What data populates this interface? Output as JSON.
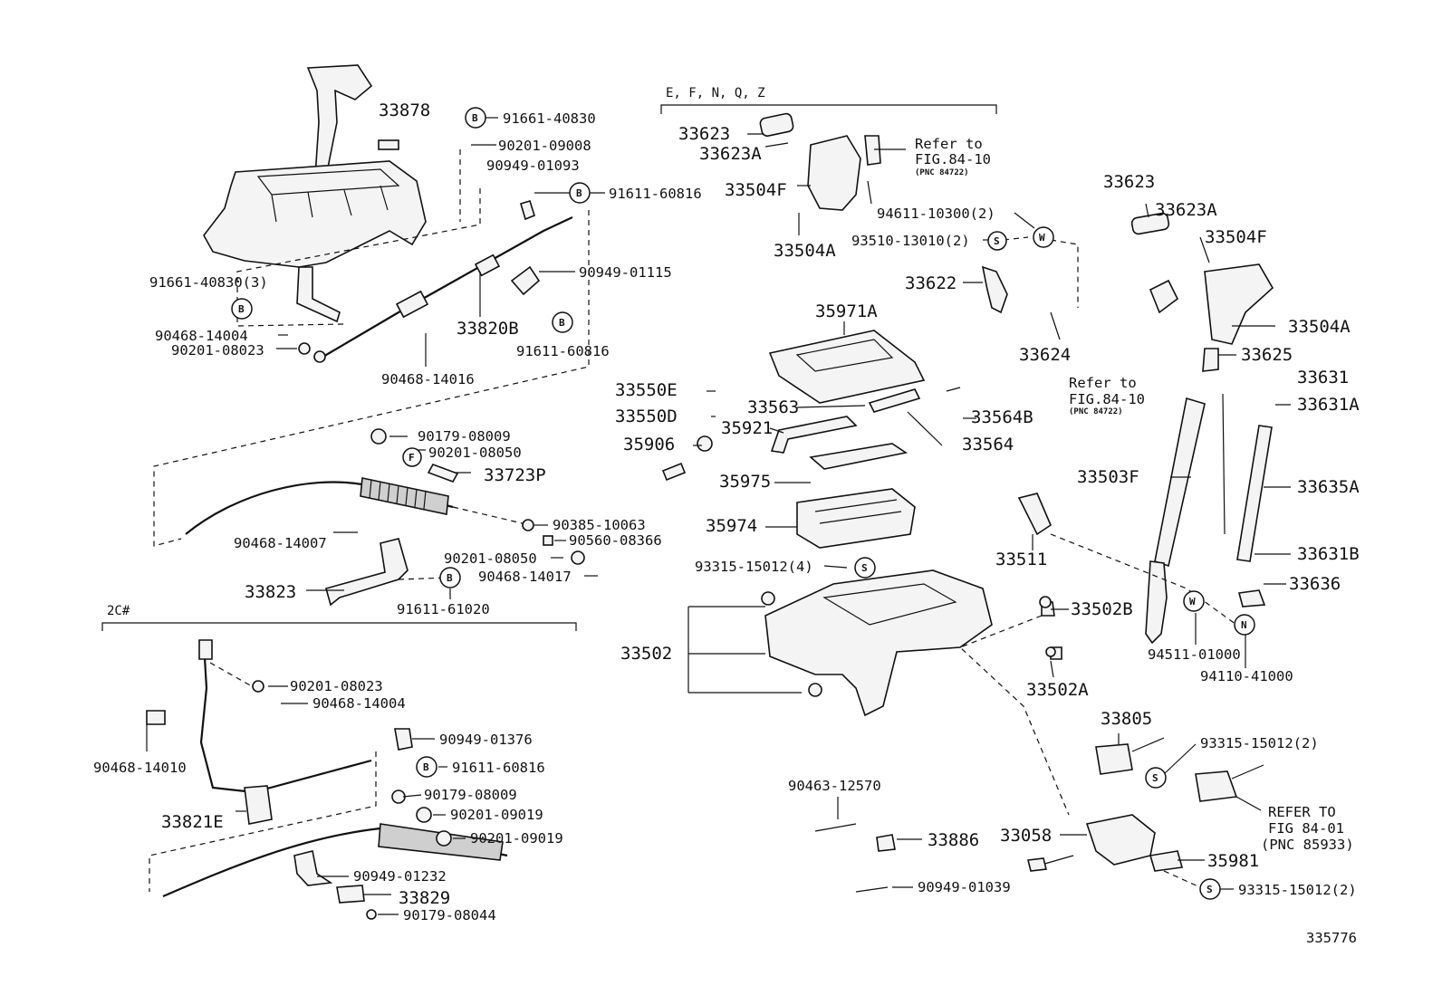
{
  "headers": {
    "variant_efnqz": "E, F, N, Q, Z",
    "variant_2c": "2C#"
  },
  "labels": {
    "p33878": "33878",
    "p91661_40830": "91661-40830",
    "p90201_09008": "90201-09008",
    "p90949_01093": "90949-01093",
    "p91611_60816_a": "91611-60816",
    "p91661_40830_3": "91661-40830(3)",
    "p90949_01115": "90949-01115",
    "p33820b": "33820B",
    "p91611_60816_b": "91611-60816",
    "p90468_14004_a": "90468-14004",
    "p90201_08023_a": "90201-08023",
    "p90468_14016": "90468-14016",
    "p90179_08009_a": "90179-08009",
    "p90201_08050_a": "90201-08050",
    "p33723p": "33723P",
    "p90385_10063": "90385-10063",
    "p90560_08366": "90560-08366",
    "p90468_14007": "90468-14007",
    "p90201_08050_b": "90201-08050",
    "p90468_14017": "90468-14017",
    "p33823": "33823",
    "p91611_61020": "91611-61020",
    "p90201_08023_b": "90201-08023",
    "p90468_14004_b": "90468-14004",
    "p90468_14010": "90468-14010",
    "p90949_01376": "90949-01376",
    "p91611_60816_c": "91611-60816",
    "p33821e": "33821E",
    "p90179_08009_b": "90179-08009",
    "p90201_09019_a": "90201-09019",
    "p90201_09019_b": "90201-09019",
    "p90949_01232": "90949-01232",
    "p33829": "33829",
    "p90179_08044": "90179-08044",
    "p33623_a": "33623",
    "p33623a_a": "33623A",
    "p33504f_a": "33504F",
    "p33504a_a": "33504A",
    "refer_84_10_a_1": "Refer to",
    "refer_84_10_a_2": "FIG.84-10",
    "refer_84_10_a_3": "(PNC 84722)",
    "p94611_10300_2": "94611-10300(2)",
    "p93510_13010_2": "93510-13010(2)",
    "p33622": "33622",
    "p33624": "33624",
    "p35971a": "35971A",
    "p33550e": "33550E",
    "p33550d": "33550D",
    "p33563": "33563",
    "p35921": "35921",
    "p33564b": "33564B",
    "p35906": "35906",
    "p33564": "33564",
    "p35975": "35975",
    "p35974": "35974",
    "p93315_15012_4": "93315-15012(4)",
    "p33502": "33502",
    "p33502b": "33502B",
    "p33502a": "33502A",
    "p33511": "33511",
    "p33623_b": "33623",
    "p33623a_b": "33623A",
    "p33504f_b": "33504F",
    "p33504a_b": "33504A",
    "p33625": "33625",
    "p33631": "33631",
    "p33631a": "33631A",
    "refer_84_10_b_1": "Refer to",
    "refer_84_10_b_2": "FIG.84-10",
    "refer_84_10_b_3": "(PNC 84722)",
    "p33503f": "33503F",
    "p33635a": "33635A",
    "p33631b": "33631B",
    "p33636": "33636",
    "p94511_01000": "94511-01000",
    "p94110_41000": "94110-41000",
    "p33805": "33805",
    "p93315_15012_2_a": "93315-15012(2)",
    "refer_84_01_1": "REFER TO",
    "refer_84_01_2": "FIG 84-01",
    "refer_84_01_3": "(PNC 85933)",
    "p90463_12570": "90463-12570",
    "p33886": "33886",
    "p33058": "33058",
    "p35981": "35981",
    "p90949_01039": "90949-01039",
    "p93315_15012_2_b": "93315-15012(2)",
    "figure_number": "335776"
  },
  "marks": {
    "B": "B",
    "F": "F",
    "S": "S",
    "W": "W",
    "N": "N"
  }
}
